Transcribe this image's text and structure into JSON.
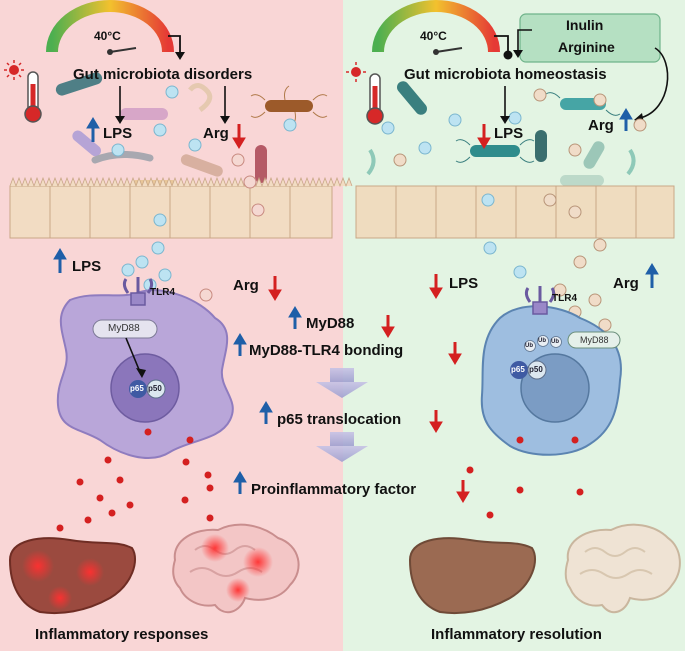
{
  "left": {
    "thermometer_temp": "40°C",
    "trigger": "Gut microbiota disorders",
    "lps_gut": "LPS",
    "arg_gut": "Arg",
    "lps_blood": "LPS",
    "arg_blood": "Arg",
    "tlr4": "TLR4",
    "myd88": "MyD88",
    "p65": "p65",
    "p50": "p50",
    "footer": "Inflammatory responses"
  },
  "right": {
    "thermometer_temp": "40°C",
    "supplement_1": "Inulin",
    "supplement_2": "Arginine",
    "trigger": "Gut microbiota homeostasis",
    "lps_gut": "LPS",
    "arg_gut": "Arg",
    "lps_blood": "LPS",
    "arg_blood": "Arg",
    "tlr4": "TLR4",
    "myd88": "MyD88",
    "ub": "Ub",
    "p65": "p65",
    "p50": "p50",
    "footer": "Inflammatory resolution"
  },
  "center": {
    "myd88": "MyD88",
    "bonding": "MyD88-TLR4 bonding",
    "translocation": "p65 translocation",
    "factor": "Proinflammatory factor"
  },
  "colors": {
    "left_bg": "#f9d6d6",
    "right_bg": "#e3f4e3",
    "up_arrow": "#1f5fa8",
    "down_arrow": "#d42020"
  }
}
